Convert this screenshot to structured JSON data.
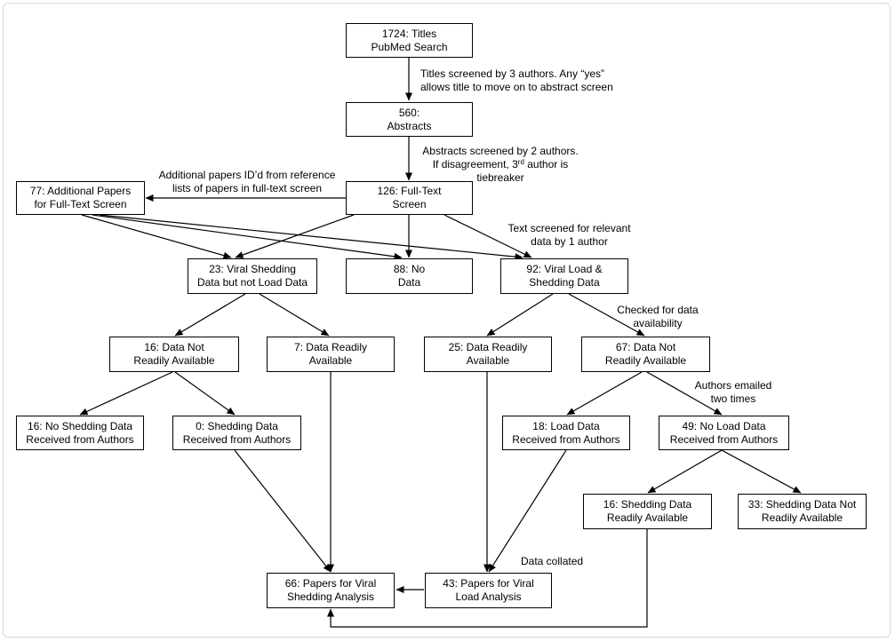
{
  "nodes": {
    "pubmed": {
      "line1": "1724: Titles",
      "line2": "PubMed Search"
    },
    "abstracts": {
      "line1": "560:",
      "line2": "Abstracts"
    },
    "fulltext": {
      "line1": "126: Full-Text",
      "line2": "Screen"
    },
    "additional": {
      "line1": "77: Additional Papers",
      "line2": "for Full-Text Screen"
    },
    "shedding_only": {
      "line1": "23: Viral Shedding",
      "line2": "Data but not Load Data"
    },
    "no_data": {
      "line1": "88: No",
      "line2": "Data"
    },
    "load_shedding": {
      "line1": "92: Viral Load &",
      "line2": "Shedding Data"
    },
    "s_not_avail": {
      "line1": "16: Data Not",
      "line2": "Readily Available"
    },
    "s_avail": {
      "line1": "7: Data Readily",
      "line2": "Available"
    },
    "l_avail": {
      "line1": "25: Data Readily",
      "line2": "Available"
    },
    "l_not_avail": {
      "line1": "67: Data Not",
      "line2": "Readily Available"
    },
    "no_shed_recv": {
      "line1": "16: No Shedding Data",
      "line2": "Received from Authors"
    },
    "shed_recv": {
      "line1": "0: Shedding Data",
      "line2": "Received from Authors"
    },
    "load_recv": {
      "line1": "18: Load Data",
      "line2": "Received from Authors"
    },
    "no_load_recv": {
      "line1": "49: No Load Data",
      "line2": "Received from Authors"
    },
    "shed_avail": {
      "line1": "16: Shedding Data",
      "line2": "Readily Available"
    },
    "shed_not_avail": {
      "line1": "33: Shedding Data Not",
      "line2": "Readily Available"
    },
    "shedding_final": {
      "line1": "66: Papers for Viral",
      "line2": "Shedding Analysis"
    },
    "load_final": {
      "line1": "43: Papers for Viral",
      "line2": "Load Analysis"
    }
  },
  "notes": {
    "titles_screened": {
      "line1": "Titles screened by 3 authors. Any “yes”",
      "line2": "allows title to move on to abstract screen"
    },
    "abstracts_screened": {
      "line1": "Abstracts screened by 2 authors.",
      "line2_pre": "If disagreement, 3",
      "line2_sup": "rd",
      "line2_post": " author is",
      "line3": "tiebreaker"
    },
    "additional_id": {
      "line1": "Additional papers ID’d from reference",
      "line2": "lists of papers in full-text screen"
    },
    "text_screened": {
      "line1": "Text screened for relevant",
      "line2": "data by 1 author"
    },
    "checked": {
      "line1": "Checked for data",
      "line2": "availability"
    },
    "emailed": {
      "line1": "Authors emailed",
      "line2": "two times"
    },
    "collated": {
      "line1": "Data collated"
    }
  },
  "colors": {
    "line": "#000000",
    "border": "#000000",
    "frame": "#d9d9d9"
  }
}
